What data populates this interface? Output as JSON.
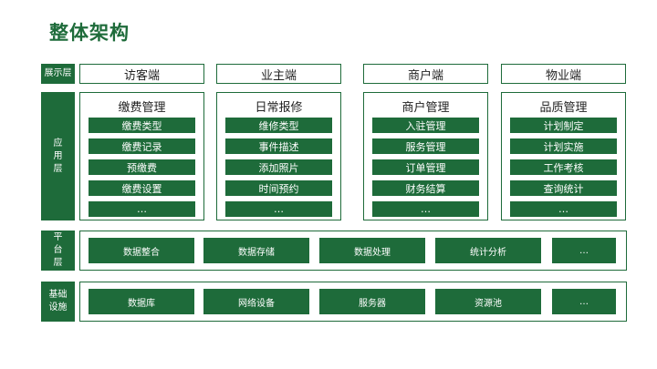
{
  "title": "整体架构",
  "layers": {
    "presentation": {
      "label": "展示层",
      "items": [
        "访客端",
        "业主端",
        "商户端",
        "物业端"
      ]
    },
    "application": {
      "label": [
        "应",
        "用",
        "层"
      ],
      "modules": [
        {
          "title": "缴费管理",
          "items": [
            "缴费类型",
            "缴费记录",
            "预缴费",
            "缴费设置",
            "…"
          ]
        },
        {
          "title": "日常报修",
          "items": [
            "维修类型",
            "事件描述",
            "添加照片",
            "时间预约",
            "…"
          ]
        },
        {
          "title": "商户管理",
          "items": [
            "入驻管理",
            "服务管理",
            "订单管理",
            "财务结算",
            "…"
          ]
        },
        {
          "title": "品质管理",
          "items": [
            "计划制定",
            "计划实施",
            "工作考核",
            "查询统计",
            "…"
          ]
        }
      ]
    },
    "platform": {
      "label": [
        "平",
        "台",
        "层"
      ],
      "items": [
        "数据整合",
        "数据存储",
        "数据处理",
        "统计分析",
        "…"
      ]
    },
    "infrastructure": {
      "label": [
        "基础",
        "设施"
      ],
      "items": [
        "数据库",
        "网络设备",
        "服务器",
        "资源池",
        "…"
      ]
    }
  },
  "colors": {
    "primary": "#1e6b3a"
  }
}
